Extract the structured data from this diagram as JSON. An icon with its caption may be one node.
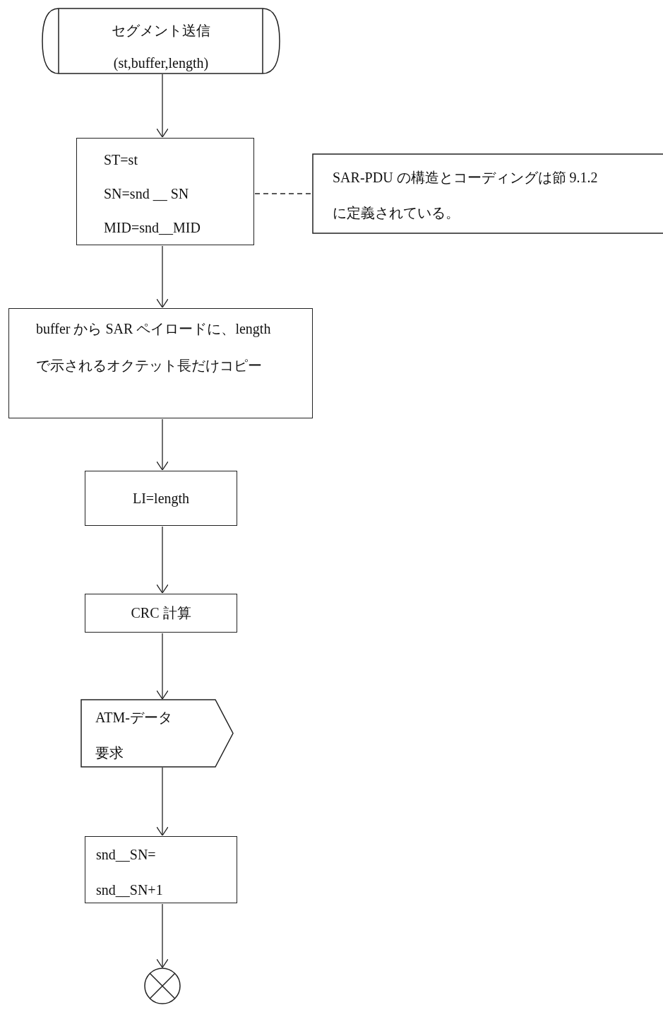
{
  "diagram": {
    "nodes": [
      {
        "text": [
          "セグメント送信",
          "(st,buffer,length)"
        ]
      },
      {
        "text": [
          "ST=st",
          "SN=snd __ SN",
          "MID=snd__MID"
        ]
      },
      {
        "text": [
          "SAR-PDU の構造とコーディングは節 9.1.2 に定義されている。"
        ]
      },
      {
        "text": [
          "buffer から SAR ペイロードに、length で示されるオクテット長だけコピー"
        ]
      },
      {
        "text": [
          "LI=length"
        ]
      },
      {
        "text": [
          "CRC 計算"
        ]
      },
      {
        "text": [
          "ATM-データ要求"
        ]
      },
      {
        "text": [
          "snd__SN= snd__SN+1"
        ]
      },
      {
        "text": [],
        "shape": "circle"
      }
    ],
    "edges": [
      {
        "from": 0,
        "to": 1,
        "arrow": "to"
      },
      {
        "from": 1,
        "to": 2,
        "arrow": "none",
        "style": "dashed"
      },
      {
        "from": 1,
        "to": 3,
        "arrow": "to"
      },
      {
        "from": 3,
        "to": 4,
        "arrow": "to"
      },
      {
        "from": 4,
        "to": 5,
        "arrow": "to"
      },
      {
        "from": 5,
        "to": 6,
        "arrow": "to"
      },
      {
        "from": 6,
        "to": 7,
        "arrow": "to"
      },
      {
        "from": 7,
        "to": 8,
        "arrow": "to"
      }
    ]
  }
}
